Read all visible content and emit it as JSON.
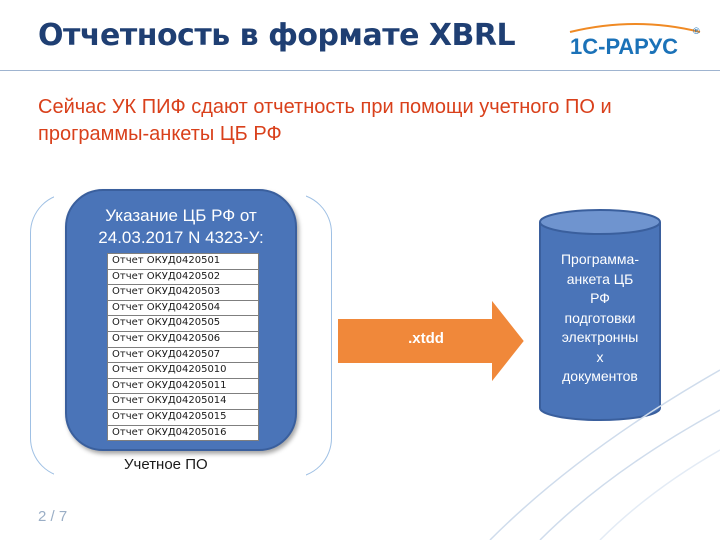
{
  "slide": {
    "title": "Отчетность в формате XBRL",
    "subtitle": "Сейчас УК ПИФ сдают отчетность при помощи учетного ПО и программы-анкеты ЦБ РФ",
    "page_number": "2 / 7"
  },
  "logo": {
    "text": "1С-РАРУС",
    "mark": "®"
  },
  "left_panel": {
    "title": "Указание ЦБ РФ от 24.03.2017 N 4323-У:",
    "reports": [
      "Отчет ОКУД0420501",
      "Отчет ОКУД0420502",
      "Отчет ОКУД0420503",
      "Отчет ОКУД0420504",
      "Отчет ОКУД0420505",
      "Отчет ОКУД0420506",
      "Отчет ОКУД0420507",
      "Отчет ОКУД04205010",
      "Отчет ОКУД04205011",
      "Отчет ОКУД04205014",
      "Отчет ОКУД04205015",
      "Отчет ОКУД04205016"
    ],
    "footer_label": "Учетное ПО"
  },
  "arrow": {
    "label": ".xtdd"
  },
  "right_cylinder": {
    "lines": [
      "Программа-",
      "анкета ЦБ",
      "РФ",
      "подготовки",
      "электронны",
      "х",
      "документов"
    ]
  },
  "colors": {
    "title": "#1f3f73",
    "subtitle": "#d9401b",
    "panel_fill": "#4a74b8",
    "arrow_fill": "#f0883a",
    "cylinder_fill": "#4a74b8",
    "logo_blue": "#1b72b8",
    "logo_orange": "#f08a24"
  }
}
